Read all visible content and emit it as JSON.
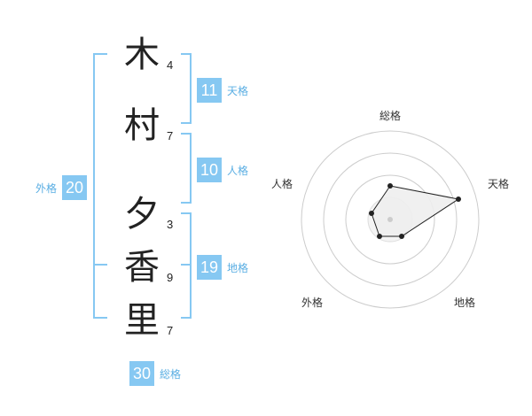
{
  "name": {
    "chars": [
      {
        "char": "木",
        "strokes": "4"
      },
      {
        "char": "村",
        "strokes": "7"
      },
      {
        "char": "夕",
        "strokes": "3"
      },
      {
        "char": "香",
        "strokes": "9"
      },
      {
        "char": "里",
        "strokes": "7"
      }
    ]
  },
  "kakusu": {
    "tenkaku": {
      "value": "11",
      "label": "天格"
    },
    "jinkaku": {
      "value": "10",
      "label": "人格"
    },
    "chikaku": {
      "value": "19",
      "label": "地格"
    },
    "gaikaku": {
      "value": "20",
      "label": "外格"
    },
    "soukaku": {
      "value": "30",
      "label": "総格"
    }
  },
  "chart_data": {
    "type": "radar",
    "axes": [
      "総格",
      "天格",
      "地格",
      "外格",
      "人格"
    ],
    "rings": 4,
    "grid": true,
    "colors": {
      "fill": "#eeeeee",
      "stroke": "#222222",
      "ring": "#cccccc",
      "center": "#cccccc"
    }
  }
}
